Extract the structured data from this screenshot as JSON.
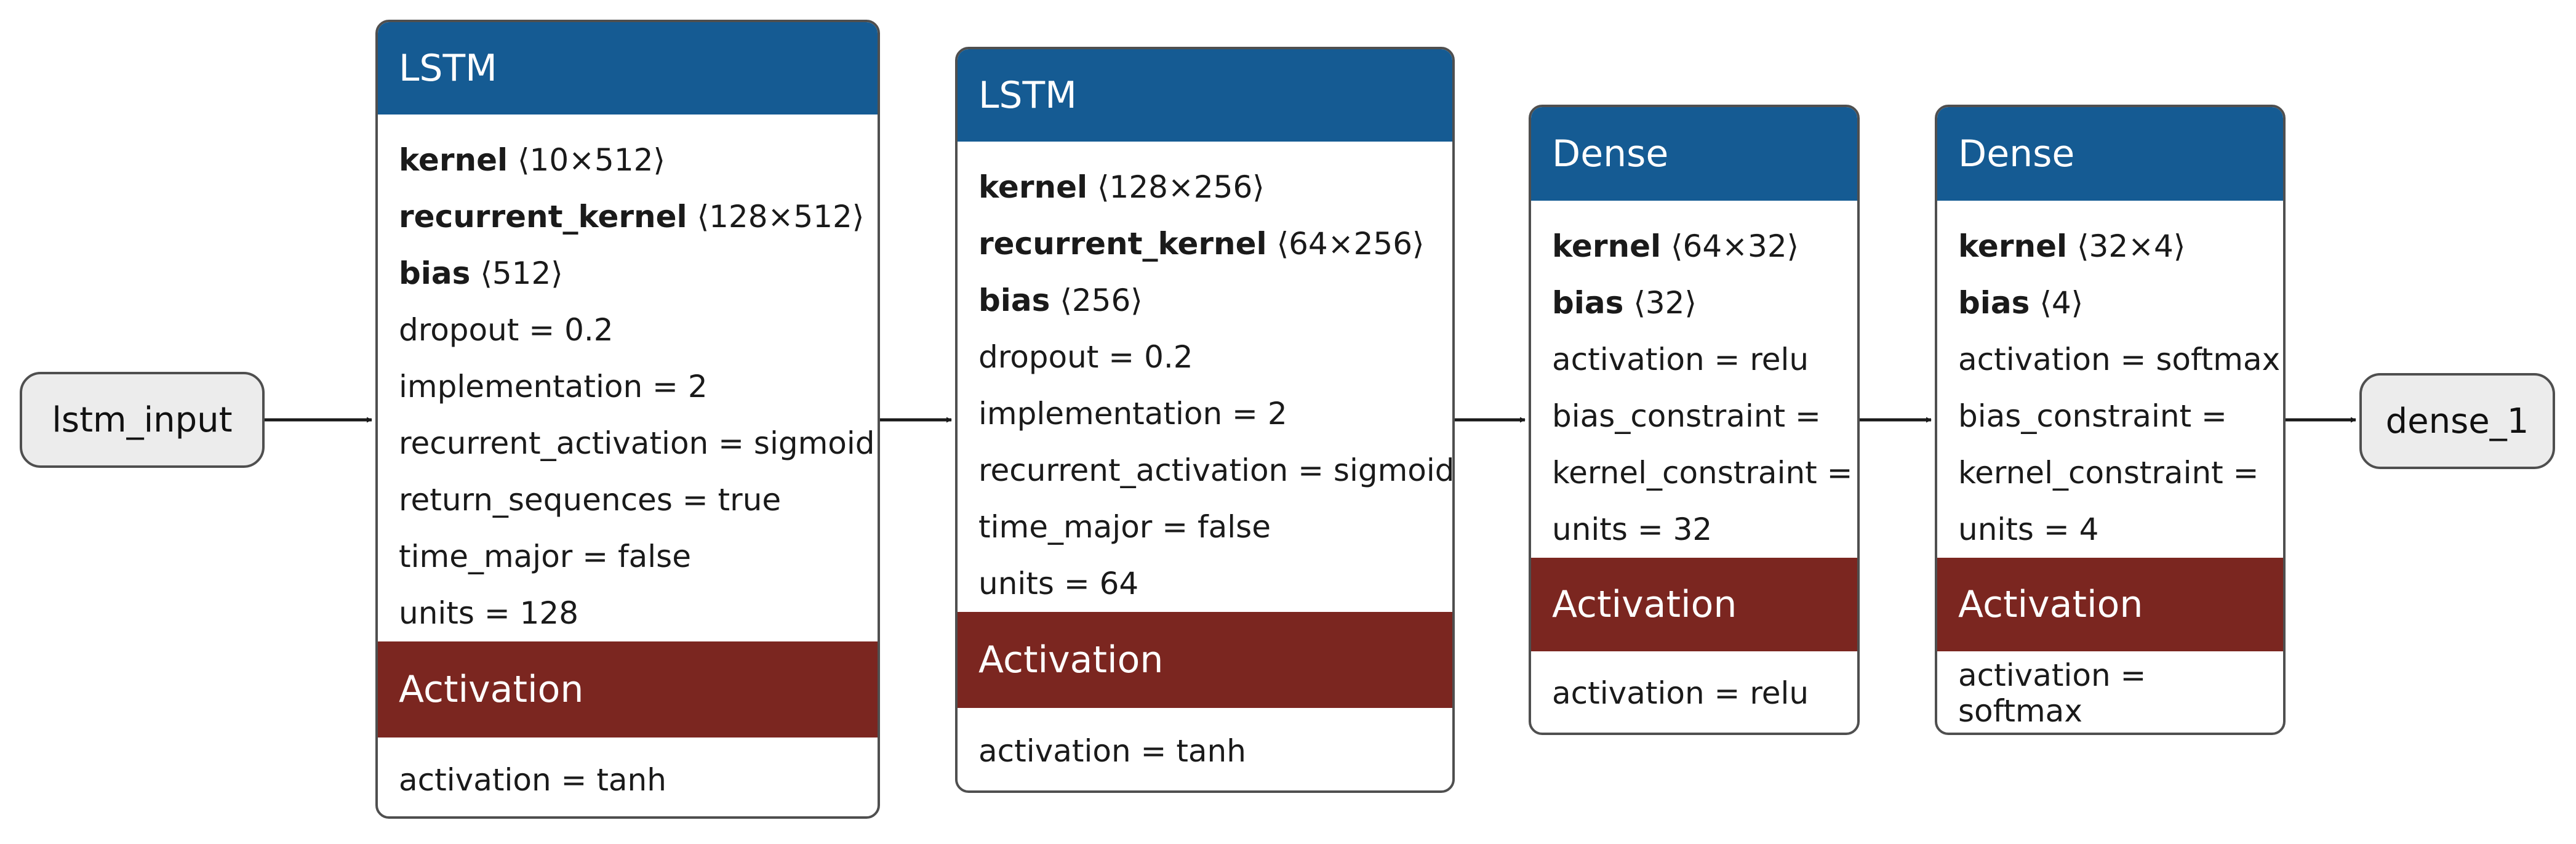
{
  "input_node": {
    "label": "lstm_input"
  },
  "output_node": {
    "label": "dense_1"
  },
  "layers": [
    {
      "title": "LSTM",
      "attributes": [
        {
          "name": "kernel",
          "shape": "⟨10×512⟩"
        },
        {
          "name": "recurrent_kernel",
          "shape": "⟨128×512⟩"
        },
        {
          "name": "bias",
          "shape": "⟨512⟩"
        },
        {
          "text": "dropout = 0.2"
        },
        {
          "text": "implementation = 2"
        },
        {
          "text": "recurrent_activation = sigmoid"
        },
        {
          "text": "return_sequences = true"
        },
        {
          "text": "time_major = false"
        },
        {
          "text": "units = 128"
        }
      ],
      "activation_header": "Activation",
      "activation_text": "activation = tanh"
    },
    {
      "title": "LSTM",
      "attributes": [
        {
          "name": "kernel",
          "shape": "⟨128×256⟩"
        },
        {
          "name": "recurrent_kernel",
          "shape": "⟨64×256⟩"
        },
        {
          "name": "bias",
          "shape": "⟨256⟩"
        },
        {
          "text": "dropout = 0.2"
        },
        {
          "text": "implementation = 2"
        },
        {
          "text": "recurrent_activation = sigmoid"
        },
        {
          "text": "time_major = false"
        },
        {
          "text": "units = 64"
        }
      ],
      "activation_header": "Activation",
      "activation_text": "activation = tanh"
    },
    {
      "title": "Dense",
      "attributes": [
        {
          "name": "kernel",
          "shape": "⟨64×32⟩"
        },
        {
          "name": "bias",
          "shape": "⟨32⟩"
        },
        {
          "text": "activation = relu"
        },
        {
          "text": "bias_constraint ="
        },
        {
          "text": "kernel_constraint ="
        },
        {
          "text": "units = 32"
        }
      ],
      "activation_header": "Activation",
      "activation_text": "activation = relu"
    },
    {
      "title": "Dense",
      "attributes": [
        {
          "name": "kernel",
          "shape": "⟨32×4⟩"
        },
        {
          "name": "bias",
          "shape": "⟨4⟩"
        },
        {
          "text": "activation = softmax"
        },
        {
          "text": "bias_constraint ="
        },
        {
          "text": "kernel_constraint ="
        },
        {
          "text": "units = 4"
        }
      ],
      "activation_header": "Activation",
      "activation_text": "activation = softmax"
    }
  ],
  "colors": {
    "layer_header": "#155b93",
    "activation_header": "#7b2620",
    "border": "#4f4f4f",
    "io_fill": "#ececec"
  }
}
